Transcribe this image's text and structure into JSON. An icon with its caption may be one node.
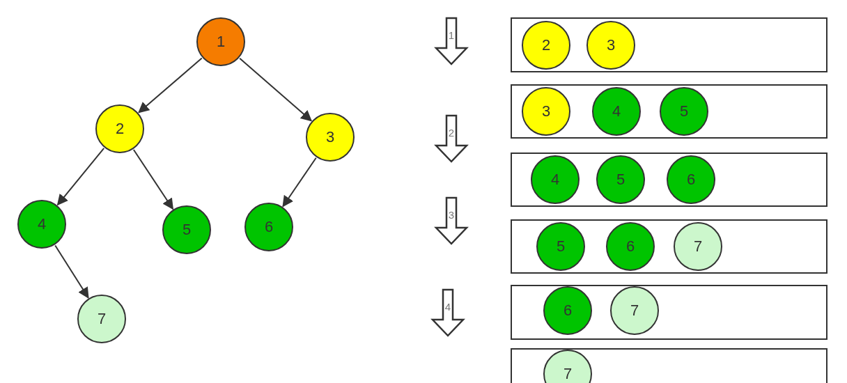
{
  "diagram": {
    "nodes": [
      {
        "text": [
          "1"
        ]
      },
      {
        "text": [
          "2"
        ]
      },
      {
        "text": [
          "3"
        ]
      },
      {
        "text": [
          "4"
        ]
      },
      {
        "text": [
          "5"
        ]
      },
      {
        "text": [
          "6"
        ]
      },
      {
        "text": [
          "7"
        ]
      },
      {
        "text": [
          "1"
        ]
      },
      {
        "text": [],
        "shape": "box"
      },
      {
        "text": [
          "2"
        ],
        "in": 8
      },
      {
        "text": [
          "3"
        ],
        "in": 8
      },
      {
        "text": [],
        "shape": "box"
      },
      {
        "text": [
          "3"
        ],
        "in": 11
      },
      {
        "text": [
          "4"
        ],
        "in": 11
      },
      {
        "text": [
          "5"
        ],
        "in": 11
      },
      {
        "text": [
          "2"
        ]
      },
      {
        "text": [],
        "shape": "box"
      },
      {
        "text": [
          "4"
        ],
        "in": 16
      },
      {
        "text": [
          "5"
        ],
        "in": 16
      },
      {
        "text": [
          "6"
        ],
        "in": 16
      },
      {
        "text": [
          "3"
        ]
      },
      {
        "text": [],
        "shape": "box"
      },
      {
        "text": [
          "5"
        ],
        "in": 21
      },
      {
        "text": [
          "6"
        ],
        "in": 21
      },
      {
        "text": [
          "7"
        ],
        "in": 21
      },
      {
        "text": [
          "4"
        ]
      },
      {
        "text": [],
        "shape": "box"
      },
      {
        "text": [
          "6"
        ],
        "in": 26
      },
      {
        "text": [
          "7"
        ],
        "in": 26
      },
      {
        "text": [],
        "shape": "box"
      },
      {
        "text": [
          "7"
        ],
        "in": 29
      }
    ],
    "edges": [
      {
        "from": 0,
        "to": 1,
        "arrow": "to"
      },
      {
        "from": 0,
        "to": 2,
        "arrow": "to"
      },
      {
        "from": 1,
        "to": 3,
        "arrow": "to"
      },
      {
        "from": 1,
        "to": 4,
        "arrow": "to"
      },
      {
        "from": 2,
        "to": 5,
        "arrow": "to"
      },
      {
        "from": 3,
        "to": 6,
        "arrow": "to"
      }
    ]
  }
}
